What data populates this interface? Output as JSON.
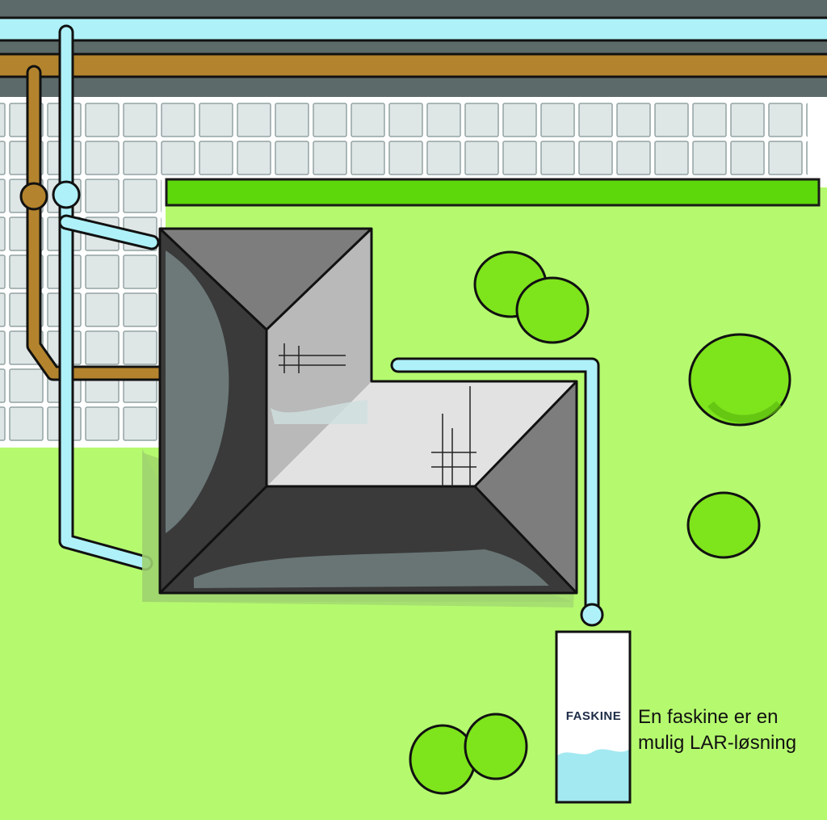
{
  "tank": {
    "label": "FASKINE"
  },
  "caption": {
    "line1": "En faskine er en",
    "line2": "mulig LAR-løsning"
  },
  "colors": {
    "lawn": "#b5fa6e",
    "hedge": "#5dd80b",
    "road": "#5d6a6a",
    "pavement_tile": "#dfe6e6",
    "water_pipe": "#aef1f9",
    "sewer_pipe": "#b3842d",
    "roof_dark": "#3a3a3a",
    "roof_mid": "#7d7d7d",
    "roof_light": "#e2e2e2",
    "bush": "#7ee41c",
    "tank_water": "#a3e9f1"
  },
  "icons": [
    "bush-icon",
    "tank-icon",
    "house-roof-icon",
    "pipe-joint-icon"
  ]
}
